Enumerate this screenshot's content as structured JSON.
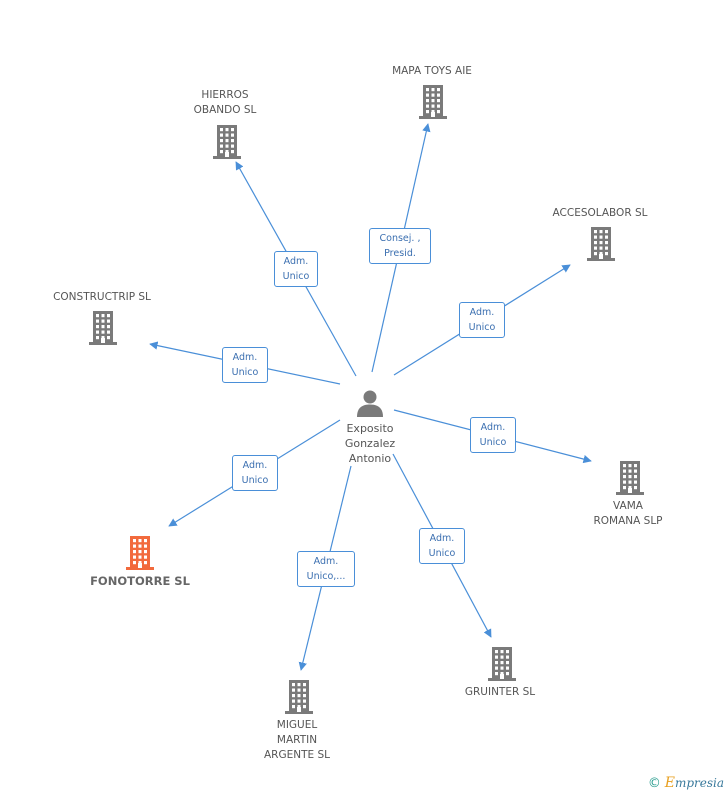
{
  "center": {
    "name": "Exposito\nGonzalez\nAntonio"
  },
  "companies": [
    {
      "name": "MAPA TOYS AIE",
      "highlight": false
    },
    {
      "name": "HIERROS\nOBANDO SL",
      "highlight": false
    },
    {
      "name": "ACCESOLABOR SL",
      "highlight": false
    },
    {
      "name": "CONSTRUCTRIP SL",
      "highlight": false
    },
    {
      "name": "VAMA\nROMANA SLP",
      "highlight": false
    },
    {
      "name": "FONOTORRE SL",
      "highlight": true
    },
    {
      "name": "GRUINTER SL",
      "highlight": false
    },
    {
      "name": "MIGUEL\nMARTIN\nARGENTE SL",
      "highlight": false
    }
  ],
  "relations": [
    {
      "label": "Consej. ,\nPresid."
    },
    {
      "label": "Adm.\nUnico"
    },
    {
      "label": "Adm.\nUnico"
    },
    {
      "label": "Adm.\nUnico"
    },
    {
      "label": "Adm.\nUnico"
    },
    {
      "label": "Adm.\nUnico"
    },
    {
      "label": "Adm.\nUnico"
    },
    {
      "label": "Adm.\nUnico,..."
    }
  ],
  "colors": {
    "edge": "#4a8fd8",
    "building": "#7a7a7a",
    "building_highlight": "#f26a3d",
    "person": "#7a7a7a"
  },
  "brand": {
    "symbol": "©",
    "initial": "E",
    "rest": "mpresia"
  }
}
